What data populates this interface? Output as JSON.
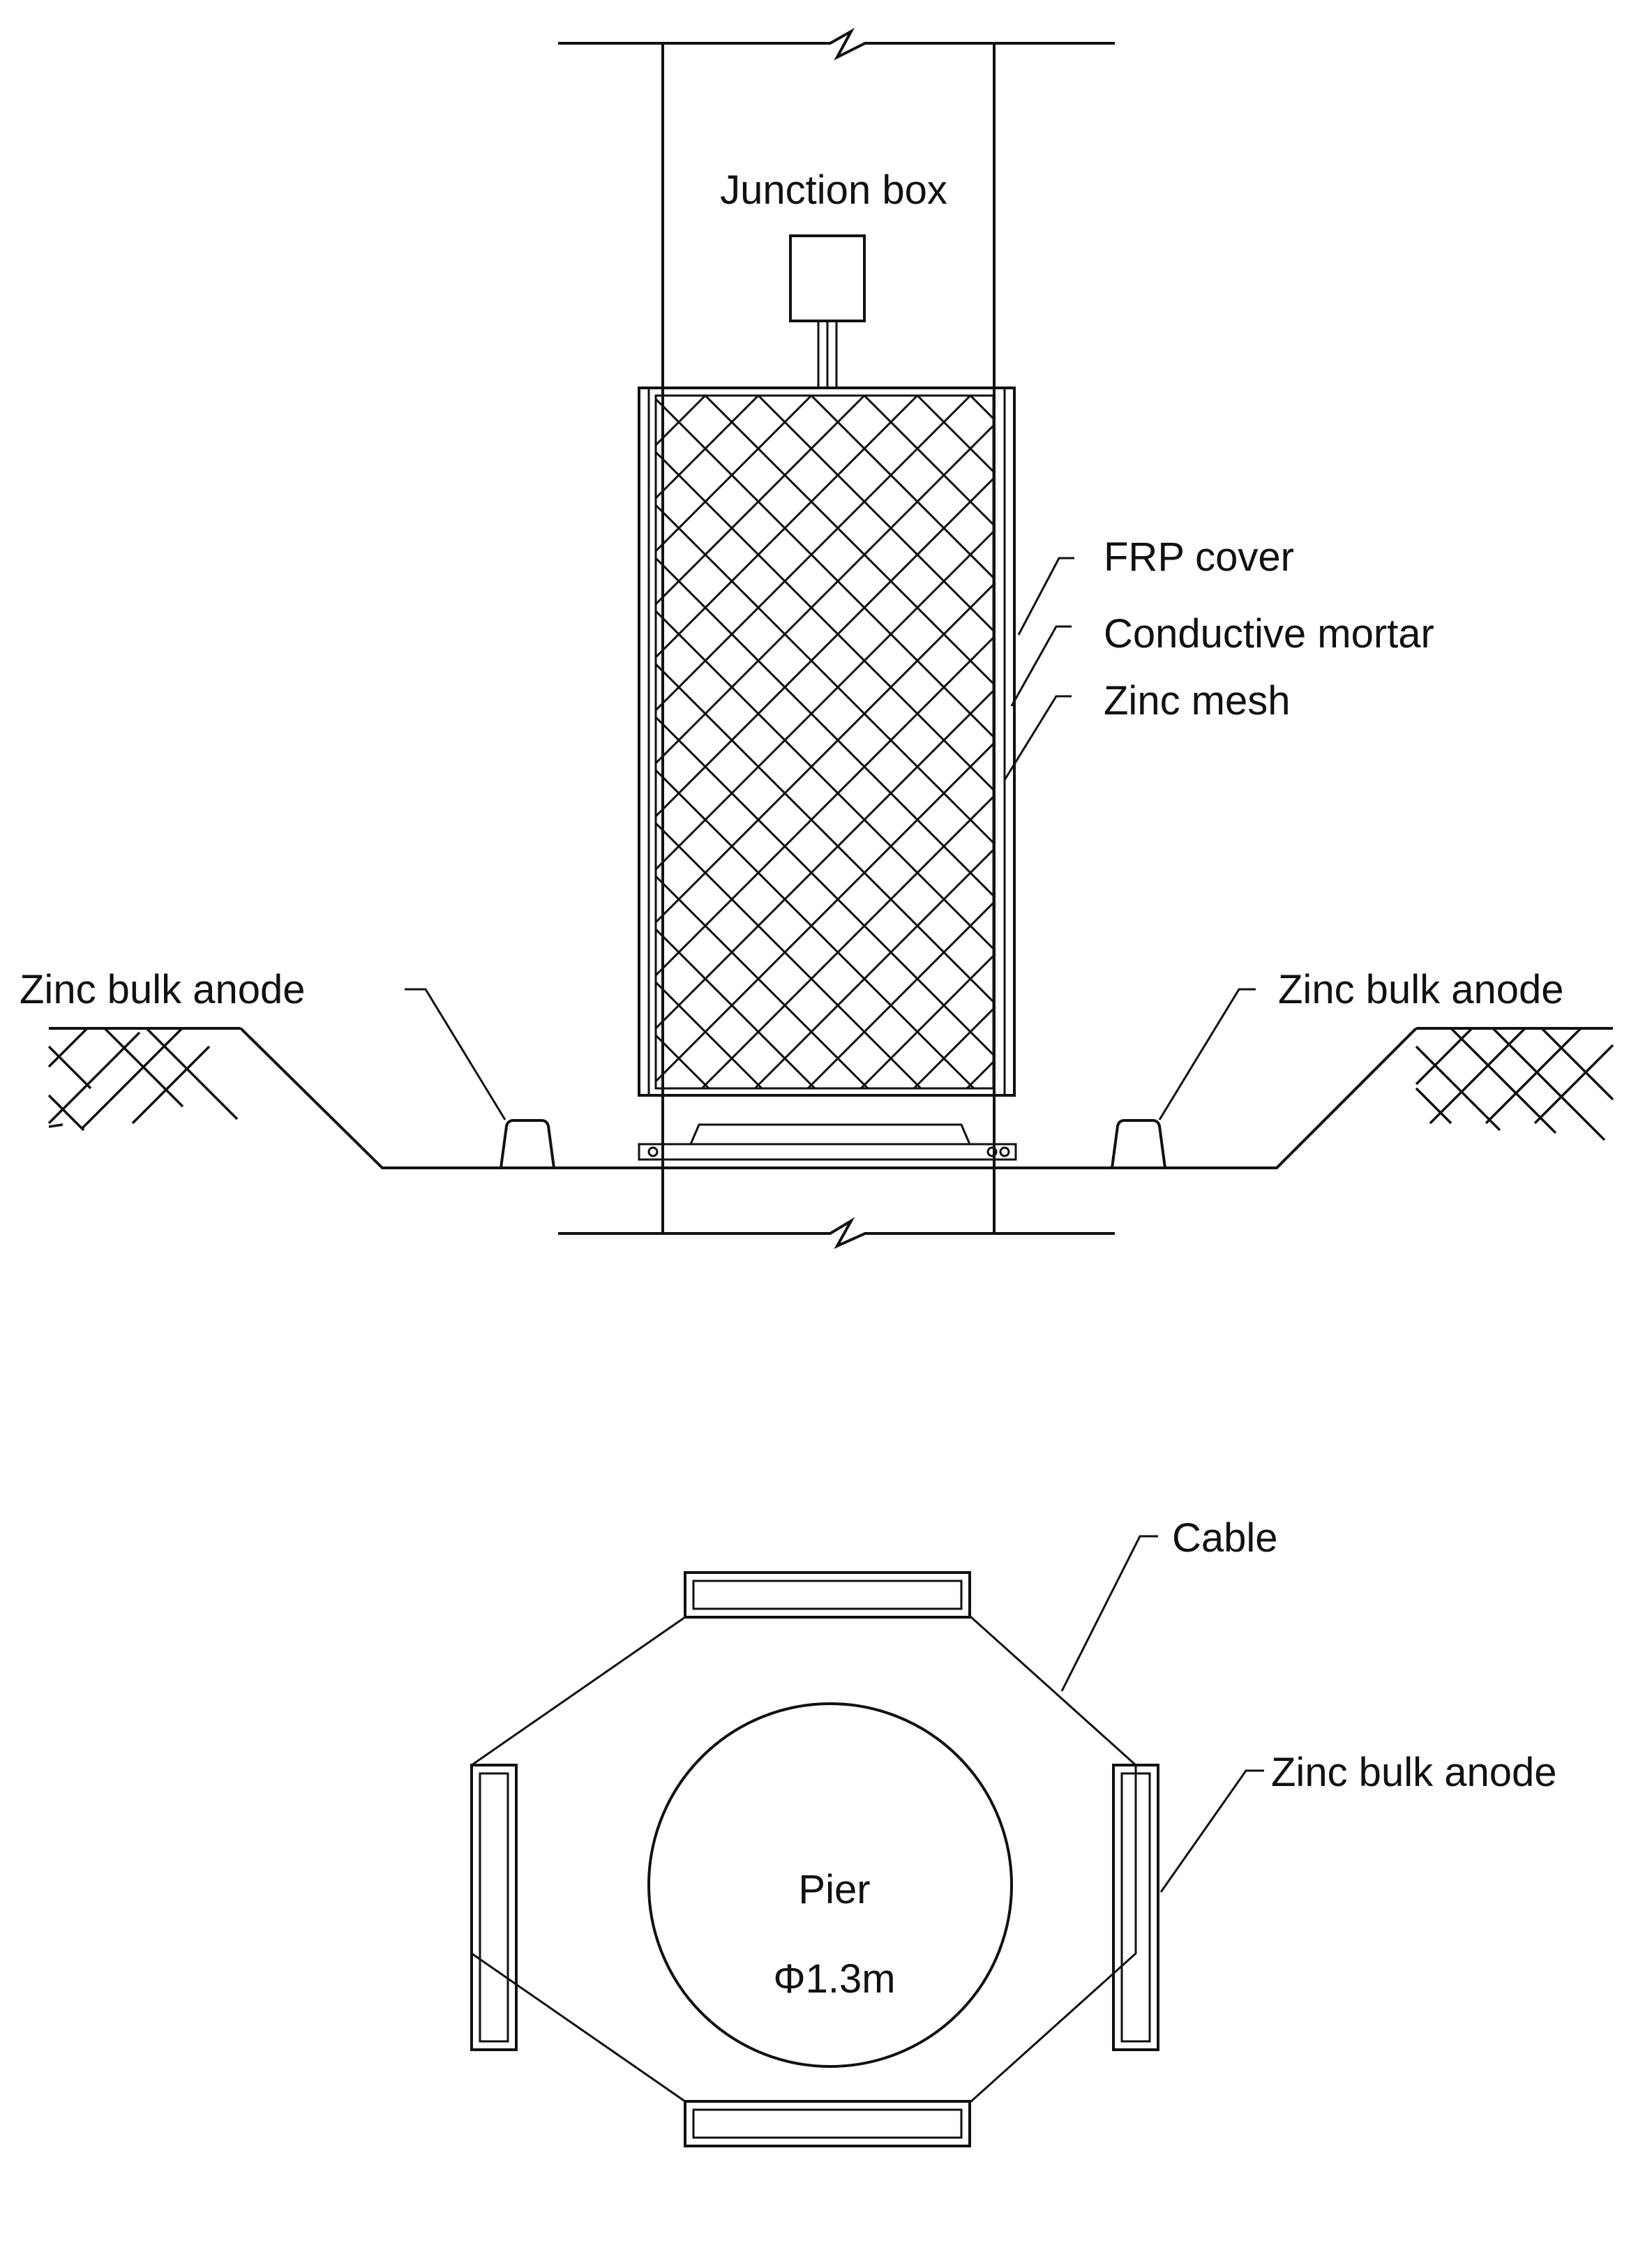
{
  "elevation_view": {
    "labels": {
      "junction_box": "Junction box",
      "frp_cover": "FRP cover",
      "conductive_mortar": "Conductive mortar",
      "zinc_mesh": "Zinc mesh",
      "zinc_bulk_anode_left": "Zinc bulk anode",
      "zinc_bulk_anode_right": "Zinc bulk anode"
    }
  },
  "plan_view": {
    "labels": {
      "cable": "Cable",
      "zinc_bulk_anode": "Zinc bulk anode",
      "pier": "Pier",
      "pier_diameter": "Φ1.3m"
    }
  },
  "colors": {
    "line": "#111111",
    "background": "#ffffff"
  }
}
